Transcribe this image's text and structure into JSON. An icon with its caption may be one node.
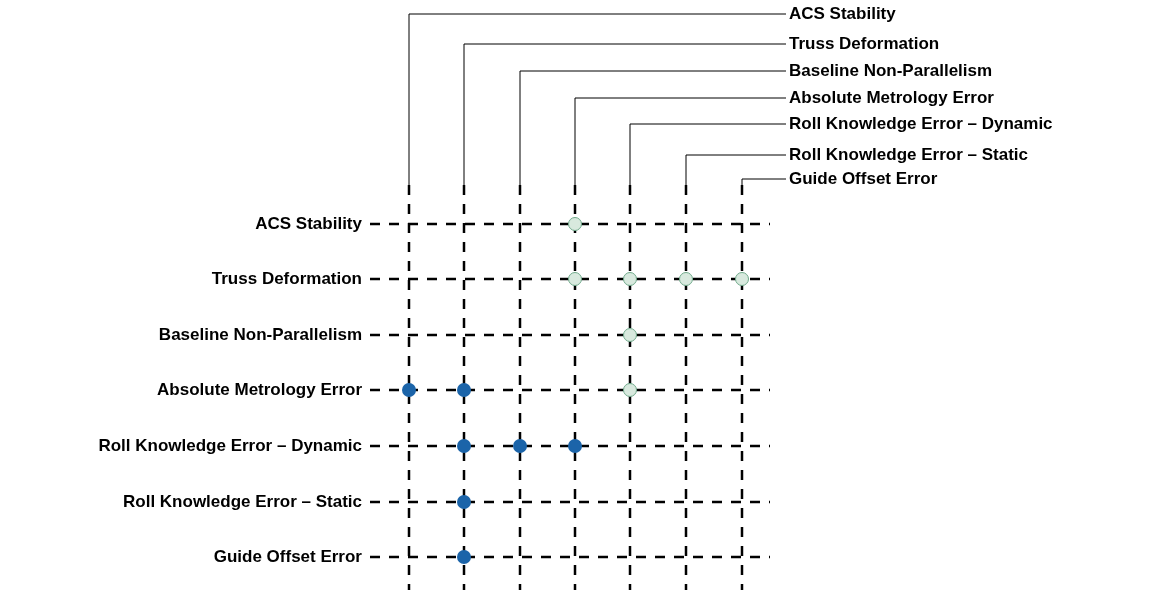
{
  "diagram": {
    "nodes": [
      {
        "text": [
          "ACS Stability"
        ]
      },
      {
        "text": [
          "Truss Deformation"
        ]
      },
      {
        "text": [
          "Baseline Non-Parallelism"
        ]
      },
      {
        "text": [
          "Absolute Metrology Error"
        ]
      },
      {
        "text": [
          "Roll Knowledge Error – Dynamic"
        ]
      },
      {
        "text": [
          "Roll Knowledge Error – Static"
        ]
      },
      {
        "text": [
          "Guide Offset Error"
        ]
      },
      {
        "text": [],
        "shape": "line"
      },
      {
        "text": [],
        "shape": "line"
      },
      {
        "text": [],
        "shape": "line"
      },
      {
        "text": [],
        "shape": "line"
      },
      {
        "text": [],
        "shape": "line"
      },
      {
        "text": [],
        "shape": "line"
      },
      {
        "text": [],
        "shape": "line"
      },
      {
        "text": [],
        "shape": "circle"
      },
      {
        "text": [],
        "shape": "circle"
      },
      {
        "text": [],
        "shape": "circle"
      },
      {
        "text": [],
        "shape": "circle"
      },
      {
        "text": [],
        "shape": "circle"
      },
      {
        "text": [],
        "shape": "circle"
      },
      {
        "text": [],
        "shape": "circle"
      },
      {
        "text": [],
        "shape": "circle"
      },
      {
        "text": [],
        "shape": "circle"
      },
      {
        "text": [],
        "shape": "circle"
      },
      {
        "text": [],
        "shape": "circle"
      },
      {
        "text": [],
        "shape": "circle"
      },
      {
        "text": [],
        "shape": "circle"
      },
      {
        "text": [],
        "shape": "circle"
      }
    ],
    "edges": [
      {
        "from": 0,
        "to": 7,
        "arrow": "none"
      },
      {
        "from": 1,
        "to": 8,
        "arrow": "none"
      },
      {
        "from": 2,
        "to": 9,
        "arrow": "none"
      },
      {
        "from": 3,
        "to": 10,
        "arrow": "none"
      },
      {
        "from": 4,
        "to": 11,
        "arrow": "none"
      },
      {
        "from": 5,
        "to": 12,
        "arrow": "none"
      },
      {
        "from": 6,
        "to": 13,
        "arrow": "none"
      }
    ],
    "labels": [
      "ACS Stability",
      "Truss Deformation",
      "Baseline Non-Parallelism",
      "Absolute Metrology Error",
      "Roll Knowledge Error – Dynamic",
      "Roll Knowledge Error – Static",
      "Guide Offset Error"
    ]
  }
}
